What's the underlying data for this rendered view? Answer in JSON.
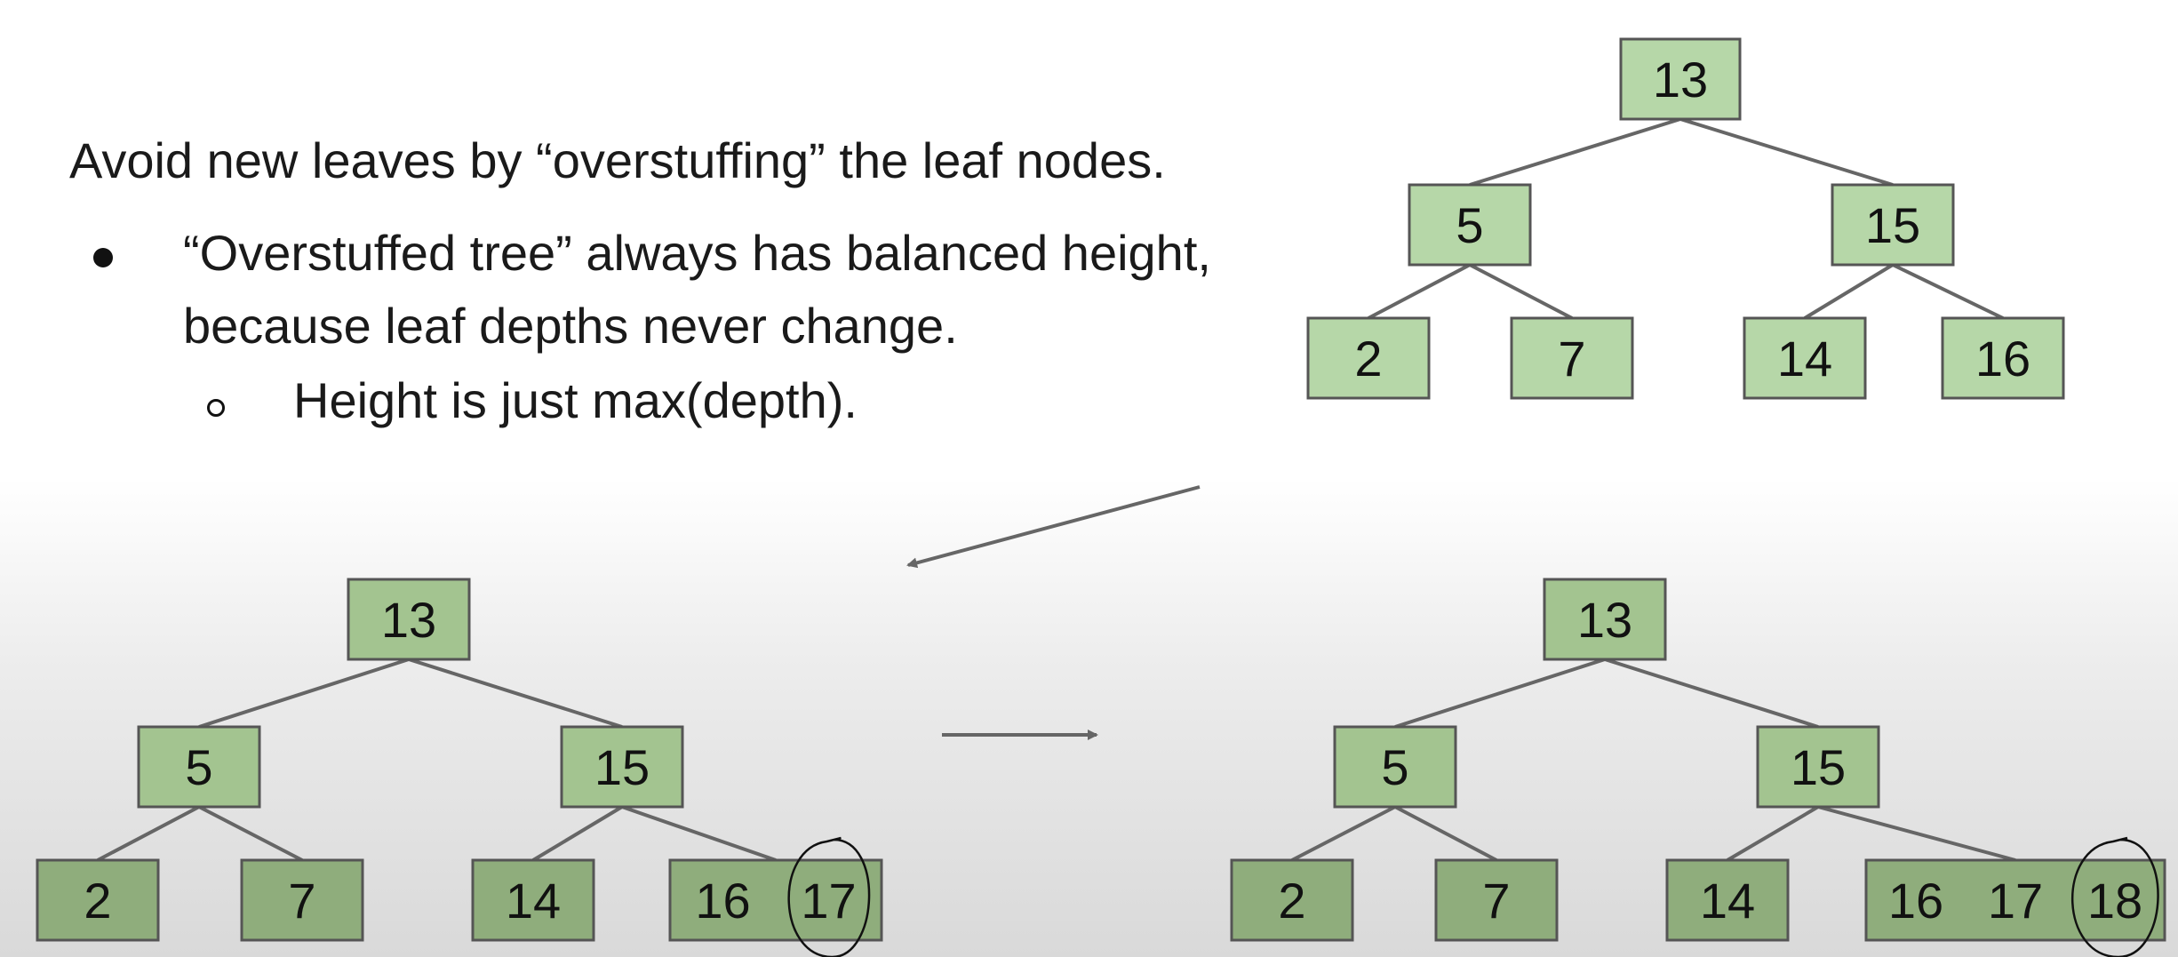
{
  "slide": {
    "headline": "Avoid new leaves by “overstuffing” the leaf nodes.",
    "bullet_1_line_1": "“Overstuffed tree” always has balanced height,",
    "bullet_1_line_2": "because leaf depths never change.",
    "sub_bullet_1": "Height is just max(depth)."
  },
  "diagram": {
    "colors": {
      "node_top_tree": "#b6d7a8",
      "node_bottom_tree_upper": "#a3c490",
      "node_bottom_tree_leaf": "#8fad7c",
      "node_border": "#555555",
      "edge": "#666666",
      "text": "#111111",
      "annotation": "#111111"
    },
    "trees": [
      {
        "id": "tree-original",
        "nodes": [
          {
            "id": "n13",
            "keys": [
              "13"
            ],
            "level": 0
          },
          {
            "id": "n5",
            "keys": [
              "5"
            ],
            "level": 1,
            "parent": "n13"
          },
          {
            "id": "n15",
            "keys": [
              "15"
            ],
            "level": 1,
            "parent": "n13"
          },
          {
            "id": "n2",
            "keys": [
              "2"
            ],
            "level": 2,
            "parent": "n5"
          },
          {
            "id": "n7",
            "keys": [
              "7"
            ],
            "level": 2,
            "parent": "n5"
          },
          {
            "id": "n14",
            "keys": [
              "14"
            ],
            "level": 2,
            "parent": "n15"
          },
          {
            "id": "n16",
            "keys": [
              "16"
            ],
            "level": 2,
            "parent": "n15"
          }
        ]
      },
      {
        "id": "tree-after-insert-17",
        "nodes": [
          {
            "id": "n13",
            "keys": [
              "13"
            ],
            "level": 0
          },
          {
            "id": "n5",
            "keys": [
              "5"
            ],
            "level": 1,
            "parent": "n13"
          },
          {
            "id": "n15",
            "keys": [
              "15"
            ],
            "level": 1,
            "parent": "n13"
          },
          {
            "id": "n2",
            "keys": [
              "2"
            ],
            "level": 2,
            "parent": "n5"
          },
          {
            "id": "n7",
            "keys": [
              "7"
            ],
            "level": 2,
            "parent": "n5"
          },
          {
            "id": "n14",
            "keys": [
              "14"
            ],
            "level": 2,
            "parent": "n15"
          },
          {
            "id": "n1617",
            "keys": [
              "16",
              "17"
            ],
            "level": 2,
            "parent": "n15",
            "circled_key": "17"
          }
        ]
      },
      {
        "id": "tree-after-insert-18",
        "nodes": [
          {
            "id": "n13",
            "keys": [
              "13"
            ],
            "level": 0
          },
          {
            "id": "n5",
            "keys": [
              "5"
            ],
            "level": 1,
            "parent": "n13"
          },
          {
            "id": "n15",
            "keys": [
              "15"
            ],
            "level": 1,
            "parent": "n13"
          },
          {
            "id": "n2",
            "keys": [
              "2"
            ],
            "level": 2,
            "parent": "n5"
          },
          {
            "id": "n7",
            "keys": [
              "7"
            ],
            "level": 2,
            "parent": "n5"
          },
          {
            "id": "n14",
            "keys": [
              "14"
            ],
            "level": 2,
            "parent": "n15"
          },
          {
            "id": "n161718",
            "keys": [
              "16",
              "17",
              "18"
            ],
            "level": 2,
            "parent": "n15",
            "circled_key": "18"
          }
        ]
      }
    ]
  }
}
